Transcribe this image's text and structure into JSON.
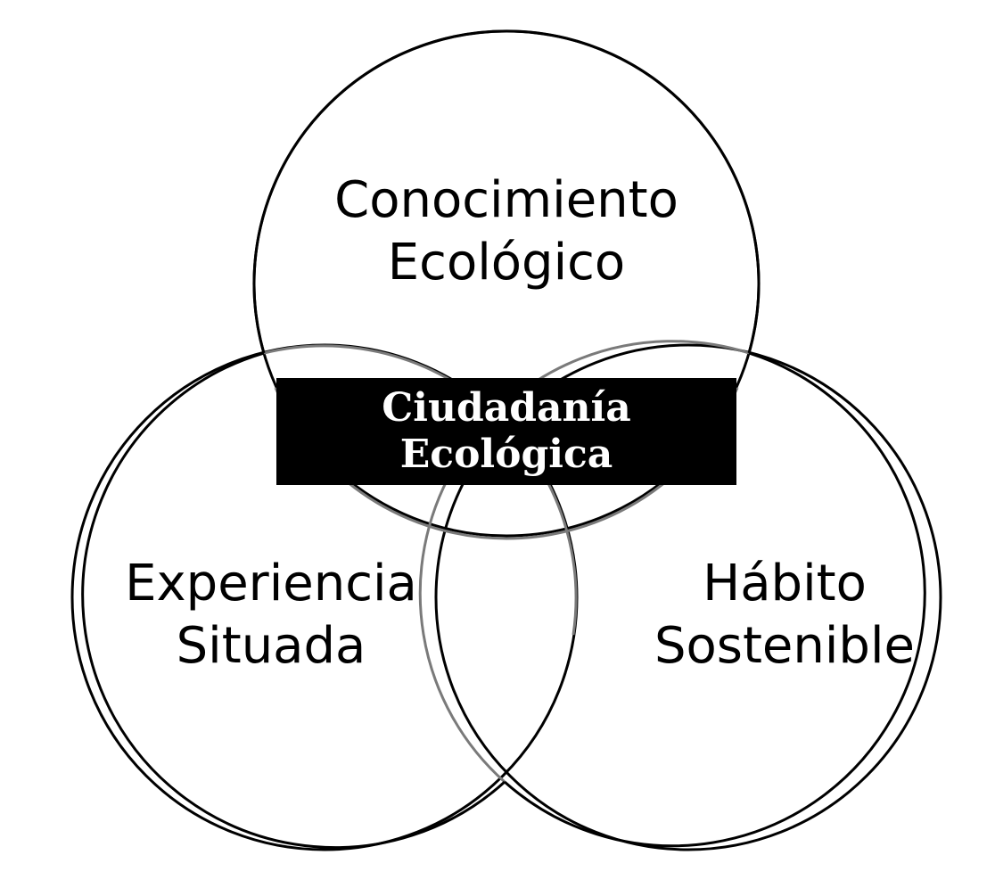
{
  "diagram": {
    "type": "venn-3",
    "stroke_color": "#000000",
    "overlap_stroke_color": "#7a7a7a",
    "center_fill": "#000000",
    "center_text_color": "#ffffff",
    "circles": [
      {
        "id": "top",
        "lines": [
          "Conocimiento",
          "Ecológico"
        ]
      },
      {
        "id": "left",
        "lines": [
          "Experiencia",
          "Situada"
        ]
      },
      {
        "id": "right",
        "lines": [
          "Hábito",
          "Sostenible"
        ]
      }
    ],
    "center": {
      "lines": [
        "Ciudadanía",
        "Ecológica"
      ]
    }
  }
}
